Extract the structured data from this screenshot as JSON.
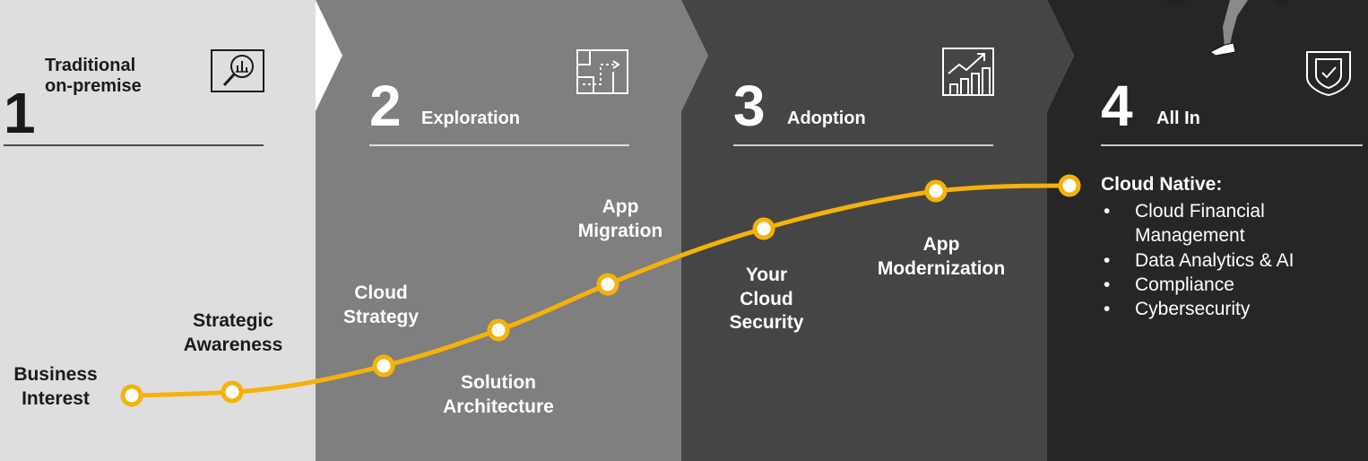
{
  "colors": {
    "stage1_bg": "#dedede",
    "stage2_bg": "#7f7f7f",
    "stage3_bg": "#454545",
    "stage4_bg": "#262626",
    "accent": "#f5b20a"
  },
  "stages": [
    {
      "number": "1",
      "title": "Traditional\non-premise",
      "icon": "magnifier-chart-icon"
    },
    {
      "number": "2",
      "title": "Exploration",
      "icon": "floorplan-path-icon"
    },
    {
      "number": "3",
      "title": "Adoption",
      "icon": "growth-chart-icon"
    },
    {
      "number": "4",
      "title": "All In",
      "icon": "shield-check-icon"
    }
  ],
  "milestones": [
    {
      "label": "Business\nInterest"
    },
    {
      "label": "Strategic\nAwareness"
    },
    {
      "label": "Cloud\nStrategy"
    },
    {
      "label": "Solution\nArchitecture"
    },
    {
      "label": "App\nMigration"
    },
    {
      "label": "Your\nCloud\nSecurity"
    },
    {
      "label": "App\nModernization"
    }
  ],
  "cloud_native": {
    "heading": "Cloud Native:",
    "items": [
      "Cloud Financial\nManagement",
      "Data Analytics & AI",
      "Compliance",
      "Cybersecurity"
    ],
    "bullet": "•"
  }
}
